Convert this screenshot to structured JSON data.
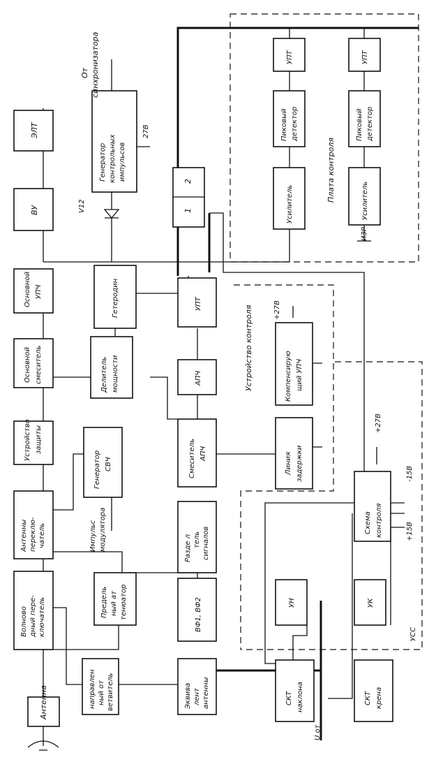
{
  "blocks": {
    "antenna": "Антенна",
    "equiv_antenna": [
      "Эквива",
      "лент",
      "антенны"
    ],
    "dir_coupler": [
      "направлен",
      "ный от",
      "ветвитель"
    ],
    "wg_switch": [
      "Волново",
      "дный пере-",
      "ключатель"
    ],
    "ant_switch": [
      "Антенны",
      "переклю-",
      "чатель"
    ],
    "protection": [
      "Устройство",
      "защиты"
    ],
    "main_mixer": [
      "Основной",
      "смеситель"
    ],
    "main_if_amp": [
      "Основной",
      "УПЧ"
    ],
    "vu": "ВУ",
    "crt": "ЭЛТ",
    "attenuator": [
      "Предель",
      "ный ат",
      "тенюатор"
    ],
    "uhf_gen": [
      "Генератор",
      "СВЧ"
    ],
    "power_div": [
      "Делитель",
      "мощности"
    ],
    "local_osc": "Гетеродин",
    "bpf": "ВФ1, ВФ2",
    "signal_sep": [
      "Разде л",
      "тель",
      "сигналов"
    ],
    "afc_mixer": [
      "Смеситель",
      "АПЧ"
    ],
    "afc": "АПЧ",
    "upt_afc": "УПТ",
    "ctrl_pulse_gen": [
      "Генератор",
      "контрольных",
      "импульсов"
    ],
    "switch_1": "1",
    "switch_2": "2",
    "amp1": "Усилитель",
    "peak_det1": [
      "Пиковый",
      "детектор"
    ],
    "upt1": "УПТ",
    "amp2": "Усилитель",
    "peak_det2": [
      "Пиковый",
      "детектор"
    ],
    "upt2": "УПТ",
    "delay_line": [
      "Линия",
      "задержки"
    ],
    "comp_if_amp": [
      "Компенсирую",
      "щий УПЧ"
    ],
    "ctrl_circuit": [
      "Схема",
      "контроля"
    ],
    "un": "УН",
    "uk": "УК",
    "skt_tilt": [
      "СКТ",
      "наклона"
    ],
    "skt_roll": [
      "СКТ",
      "крена"
    ]
  },
  "labels": {
    "from_sync": [
      "От",
      "синхронизатора"
    ],
    "v27_gen": "27В",
    "v12": "V12",
    "mod_pulse": [
      "Импульс",
      "модулятора"
    ],
    "control_board": "Плата контроля",
    "control_device": "Устройство контроля",
    "v27_comp": "+27В",
    "v27_ctrl": "+27В",
    "vm15": "-15В",
    "vp15": "+15В",
    "izr": "ИЗР",
    "ucc": "УСС",
    "u_ot": "U от"
  }
}
